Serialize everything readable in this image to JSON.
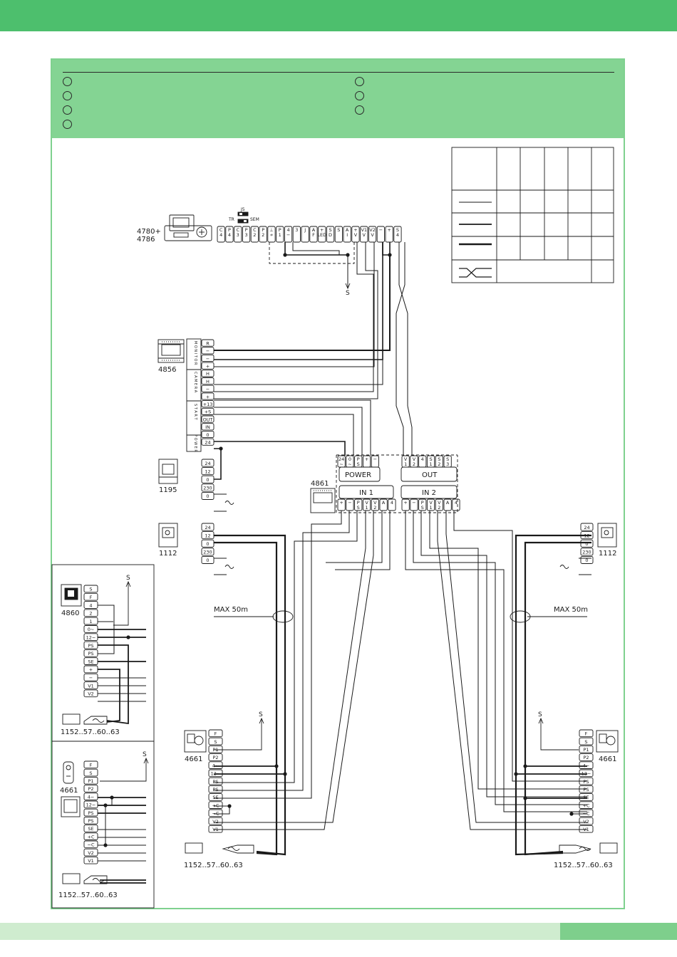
{
  "labels": {
    "monitor_4780": "4780+",
    "monitor_4786": "4786",
    "j5": "J5",
    "tr": "TR",
    "sem": "SEM",
    "s": "S",
    "dev_4856": "4856",
    "dev_1195": "1195",
    "dev_1112_left": "1112",
    "dev_1112_right": "1112",
    "dev_4861": "4861",
    "dev_4860": "4860",
    "dev_4661_left": "4661",
    "dev_4661_right": "4661",
    "dev_4661_panel": "4661",
    "cam_1152_a": "1152..57..60..63",
    "cam_1152_b": "1152..57..60..63",
    "cam_1152_c": "1152..57..60..63",
    "cam_1152_d": "1152..57..60..63",
    "max_left": "MAX 50m",
    "max_right": "MAX 50m",
    "power": "POWER",
    "out": "OUT",
    "in1": "IN 1",
    "in2": "IN 2"
  },
  "terminals": {
    "main_strip": [
      "C 4",
      "P 4",
      "C 3",
      "P 3",
      "C 2",
      "P 2",
      "⊥ ≁",
      "P 1",
      "4 −",
      "3",
      "J",
      "A F",
      "+ LED",
      "S D",
      "S",
      "A I",
      "+ V",
      "V1 V",
      "V2 V",
      "−",
      "+",
      "S 4"
    ],
    "t4856": [
      "R",
      "−",
      "−",
      "+",
      "H",
      "H",
      "−",
      "+",
      "+13",
      "+S",
      "OUT",
      "IN",
      "0",
      "24"
    ],
    "t4856_groups": [
      "MONITOR",
      "CAMERA",
      "START",
      "POWER"
    ],
    "t1195": [
      "24",
      "12",
      "0",
      "230",
      "0"
    ],
    "t1112": [
      "24",
      "12",
      "0",
      "230",
      "0"
    ],
    "power_in": [
      "24 ~",
      "0 ~",
      "P S",
      "+",
      "−"
    ],
    "out_terms": [
      "V 1",
      "V 2",
      "4",
      "S 1",
      "S 2",
      "S 3"
    ],
    "in1_terms": [
      "+",
      "−",
      "P S",
      "V 1",
      "V 2",
      "A",
      "4"
    ],
    "in2_terms": [
      "+",
      "−",
      "P S",
      "V 1",
      "V 2",
      "A",
      "4"
    ],
    "t4860": [
      "S",
      "F",
      "4",
      "2",
      "1",
      "0~",
      "12~",
      "PS",
      "PS",
      "SE",
      "+",
      "−",
      "V1",
      "V2"
    ],
    "t4661": [
      "F",
      "S",
      "P1",
      "P2",
      "4~",
      "12~",
      "PS",
      "PS",
      "SE",
      "+C",
      "−C",
      "V2",
      "V1"
    ]
  },
  "colors": {
    "green_header": "#4dbf6d",
    "legend_bg": "#84d493",
    "wire": "#1a1a1a"
  }
}
